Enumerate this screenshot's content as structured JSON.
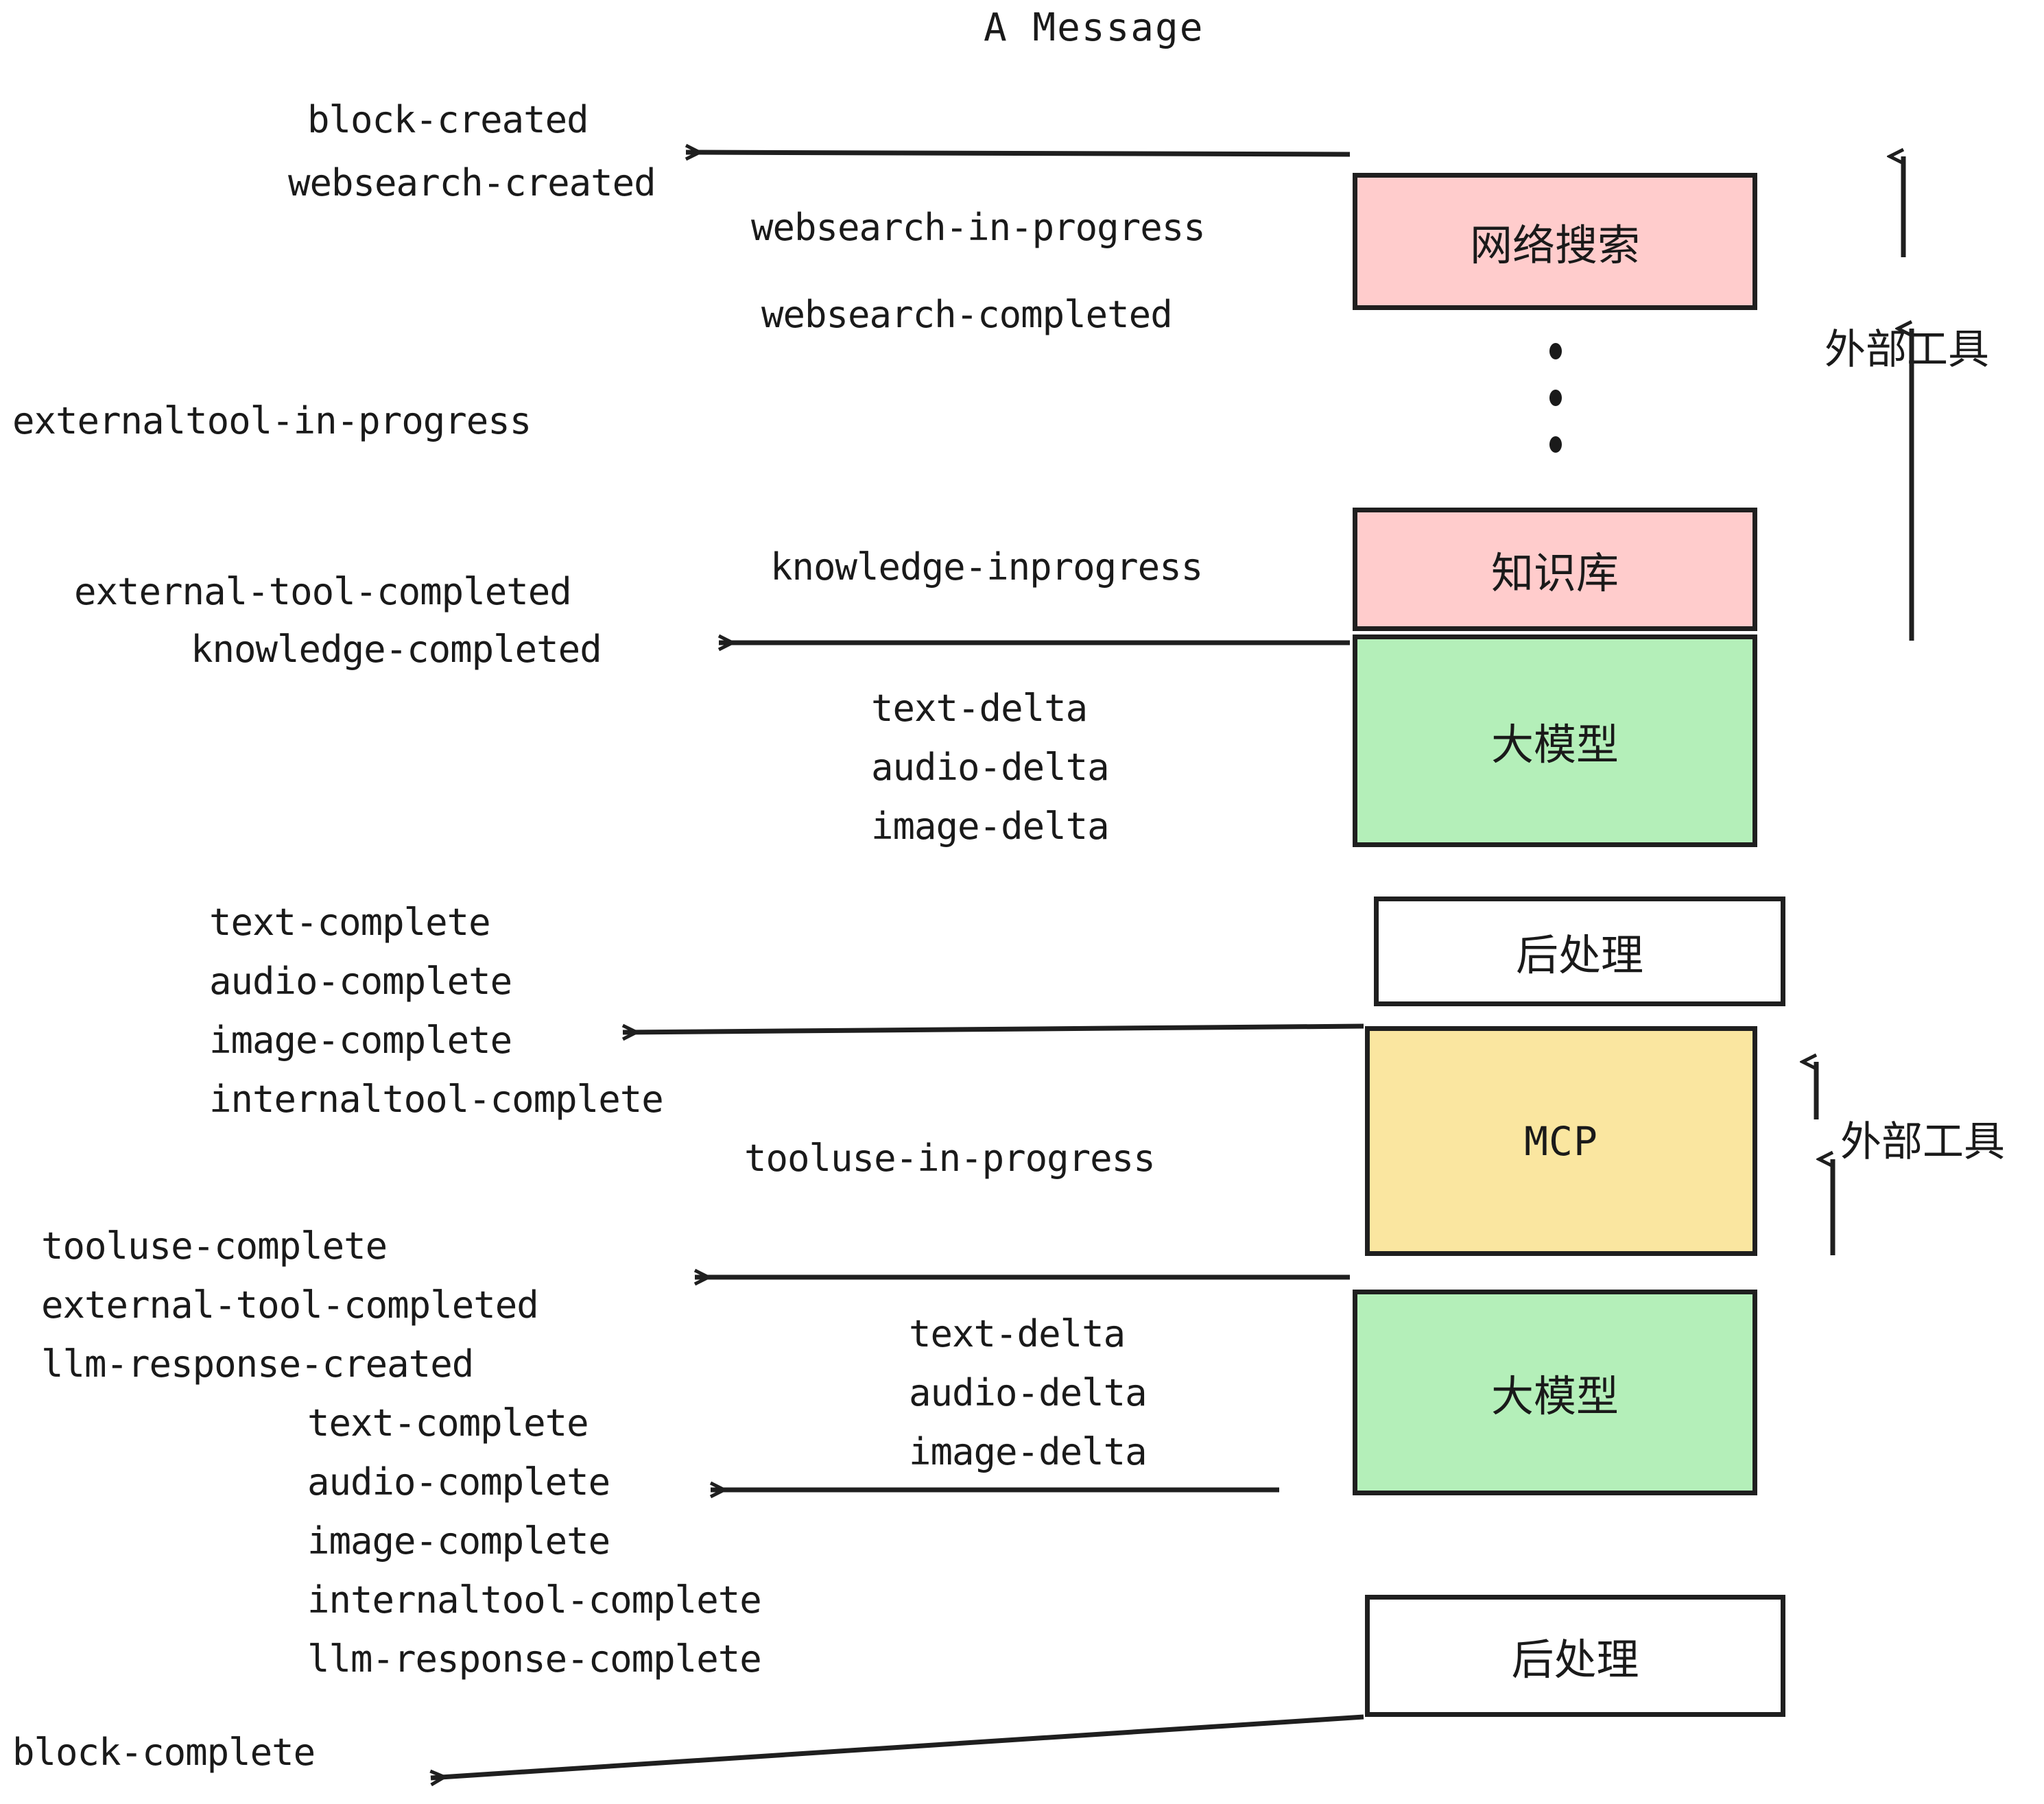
{
  "diagram": {
    "title": "A Message",
    "background": "#ffffff",
    "stroke": "#1f1f1f",
    "colors": {
      "pink": "#FFCCCC",
      "green": "#B4EFB9",
      "yellow": "#FAE6A0",
      "white": "#FFFFFF",
      "stroke": "#1f1f1f"
    },
    "boxes": [
      {
        "id": "websearch",
        "label": "网络搜索",
        "fill": "#FFCCCC",
        "latin": false
      },
      {
        "id": "knowledge",
        "label": "知识库",
        "fill": "#FFCCCC",
        "latin": false
      },
      {
        "id": "llm-top",
        "label": "大模型",
        "fill": "#B4EFB9",
        "latin": false
      },
      {
        "id": "post-top",
        "label": "后处理",
        "fill": "#FFFFFF",
        "latin": false
      },
      {
        "id": "mcp",
        "label": "MCP",
        "fill": "#FAE6A0",
        "latin": true
      },
      {
        "id": "llm-bottom",
        "label": "大模型",
        "fill": "#B4EFB9",
        "latin": false
      },
      {
        "id": "post-bottom",
        "label": "后处理",
        "fill": "#FFFFFF",
        "latin": false
      }
    ],
    "external_tool_labels": [
      {
        "id": "external-tool-top",
        "text": "外部工具"
      },
      {
        "id": "external-tool-bottom",
        "text": "外部工具"
      }
    ],
    "events": {
      "block_created": "block-created",
      "websearch_created": "websearch-created",
      "websearch_in_progress": "websearch-in-progress",
      "websearch_completed": "websearch-completed",
      "externaltool_in_progress": "externaltool-in-progress",
      "knowledge_inprogress": "knowledge-inprogress",
      "external_tool_completed_1": "external-tool-completed",
      "knowledge_completed": "knowledge-completed",
      "text_delta_1": "text-delta",
      "audio_delta_1": "audio-delta",
      "image_delta_1": "image-delta",
      "text_complete_1": "text-complete",
      "audio_complete_1": "audio-complete",
      "image_complete_1": "image-complete",
      "internaltool_complete_1": "internaltool-complete",
      "tooluse_in_progress": "tooluse-in-progress",
      "tooluse_complete": "tooluse-complete",
      "external_tool_completed_2": "external-tool-completed",
      "llm_response_created": "llm-response-created",
      "text_delta_2": "text-delta",
      "audio_delta_2": "audio-delta",
      "image_delta_2": "image-delta",
      "text_complete_2": "text-complete",
      "audio_complete_2": "audio-complete",
      "image_complete_2": "image-complete",
      "internaltool_complete_2": "internaltool-complete",
      "llm_response_complete": "llm-response-complete",
      "block_complete": "block-complete"
    }
  }
}
